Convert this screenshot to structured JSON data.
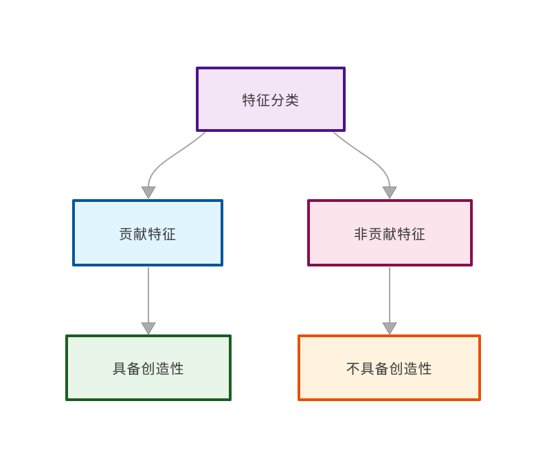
{
  "diagram": {
    "type": "flowchart",
    "direction": "top-down",
    "background_color": "#ffffff",
    "text_color": "#383838",
    "edge_color": "#a6a6a6",
    "arrowhead_fill": "#ababab",
    "arrowhead_stroke": "#8f8f8f",
    "nodes": [
      {
        "id": "feature-classification",
        "label": "特征分类",
        "fill": "#f3e5f5",
        "stroke": "#4a148c"
      },
      {
        "id": "contribution-feature",
        "label": "贡献特征",
        "fill": "#e1f5fe",
        "stroke": "#01579b"
      },
      {
        "id": "non-contribution-feature",
        "label": "非贡献特征",
        "fill": "#fce4ec",
        "stroke": "#880e4f"
      },
      {
        "id": "has-creativity",
        "label": "具备创造性",
        "fill": "#e8f5e9",
        "stroke": "#1b5e20"
      },
      {
        "id": "no-creativity",
        "label": "不具备创造性",
        "fill": "#fff3e0",
        "stroke": "#e65100"
      }
    ],
    "edges": [
      {
        "from": "feature-classification",
        "to": "contribution-feature"
      },
      {
        "from": "feature-classification",
        "to": "non-contribution-feature"
      },
      {
        "from": "contribution-feature",
        "to": "has-creativity"
      },
      {
        "from": "non-contribution-feature",
        "to": "no-creativity"
      }
    ]
  }
}
